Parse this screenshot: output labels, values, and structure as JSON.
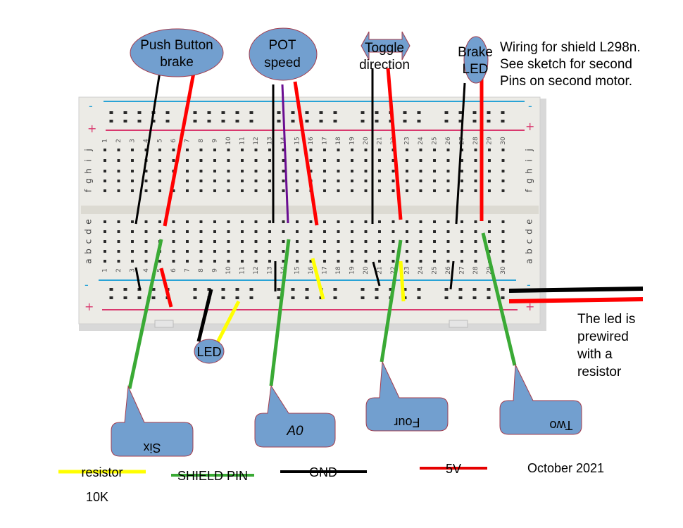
{
  "title_note": {
    "lines": [
      "Wiring for shield L298n.",
      "See sketch for second",
      "Pins on second motor."
    ]
  },
  "components": {
    "push_button": {
      "lines": [
        "Push Button",
        "brake"
      ]
    },
    "pot": {
      "lines": [
        "POT",
        "speed"
      ]
    },
    "toggle": {
      "lines": [
        "Toggle",
        "direction"
      ]
    },
    "brake_led": {
      "lines": [
        "Brake",
        "LED"
      ]
    },
    "led": {
      "label": "LED"
    }
  },
  "shield_pins": [
    {
      "label": "Six",
      "flipped": true
    },
    {
      "label": "A0",
      "flipped": false
    },
    {
      "label": "Four",
      "flipped": true
    },
    {
      "label": "Two",
      "flipped": true
    }
  ],
  "side_note": {
    "lines": [
      "The led is",
      "prewired",
      "with a",
      "resistor"
    ]
  },
  "legend": {
    "items": [
      {
        "label": "resistor",
        "sublabel": "10K",
        "color": "#ffff00"
      },
      {
        "label": "SHIELD PIN",
        "color": "#3aaa35"
      },
      {
        "label": "GND",
        "color": "#000000"
      },
      {
        "label": "5V",
        "color": "#e60000"
      }
    ],
    "date": "October 2021"
  },
  "breadboard": {
    "columns": 30,
    "top_rows": [
      "j",
      "i",
      "h",
      "g",
      "f"
    ],
    "bottom_rows": [
      "e",
      "d",
      "c",
      "b",
      "a"
    ],
    "rail_minus": "-",
    "rail_plus": "+"
  },
  "colors": {
    "bubble_fill": "#729fcf",
    "bubble_stroke": "#a33d4e",
    "wire_red": "#ff0000",
    "wire_black": "#000000",
    "wire_green": "#3aaa35",
    "wire_yellow": "#ffff00",
    "wire_purple": "#6a0d91",
    "rail_blue": "#29a3d6",
    "rail_red": "#d9386e"
  }
}
